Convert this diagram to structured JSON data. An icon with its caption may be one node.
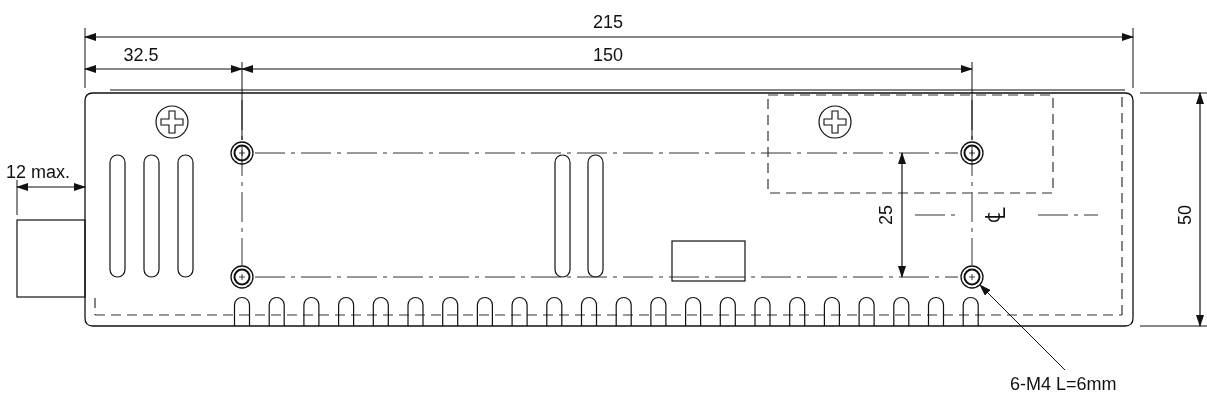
{
  "diagram": {
    "nodes": [
      {
        "text": [
          "6-M4 L=6mm"
        ]
      },
      {
        "text": [],
        "shape": "circle"
      }
    ],
    "edges": [
      {
        "from": 0,
        "to": 1,
        "arrow": "to"
      }
    ],
    "labels": [
      "215",
      "32.5",
      "150",
      "12 max.",
      "25",
      "℄",
      "50"
    ]
  }
}
